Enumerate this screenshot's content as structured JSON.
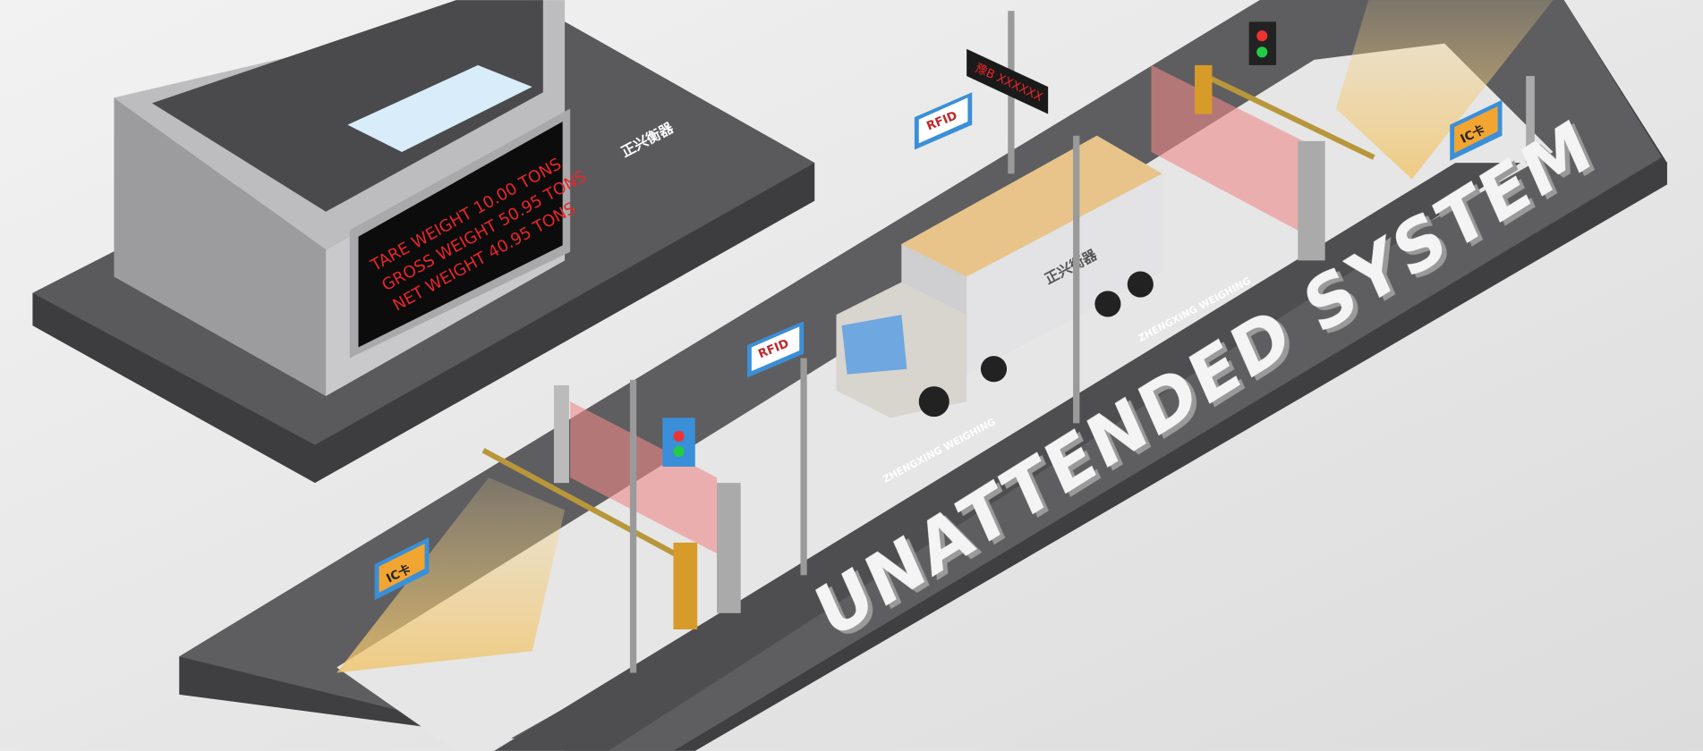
{
  "display": {
    "lines": [
      "TARE WEIGHT 10.00 TONS",
      "GROSS WEIGHT 50.95 TONS",
      "NET WEIGHT 40.95 TONS"
    ]
  },
  "signs": {
    "rfid_left": "RFID",
    "rfid_right": "RFID",
    "ic_left": "IC卡",
    "ic_right": "IC卡",
    "plate": "豫B XXXXXX"
  },
  "headline": "UNATTENDED SYSTEM",
  "brand": {
    "name_cn": "正兴衡器",
    "name_en": "ZHENGXING WEIGHING"
  },
  "colors": {
    "led": "#e8262a",
    "platform": "#5e5e60",
    "road": "#e6e6e6",
    "sign_blue": "#3a8fd8",
    "ic_orange": "#f3a531"
  }
}
